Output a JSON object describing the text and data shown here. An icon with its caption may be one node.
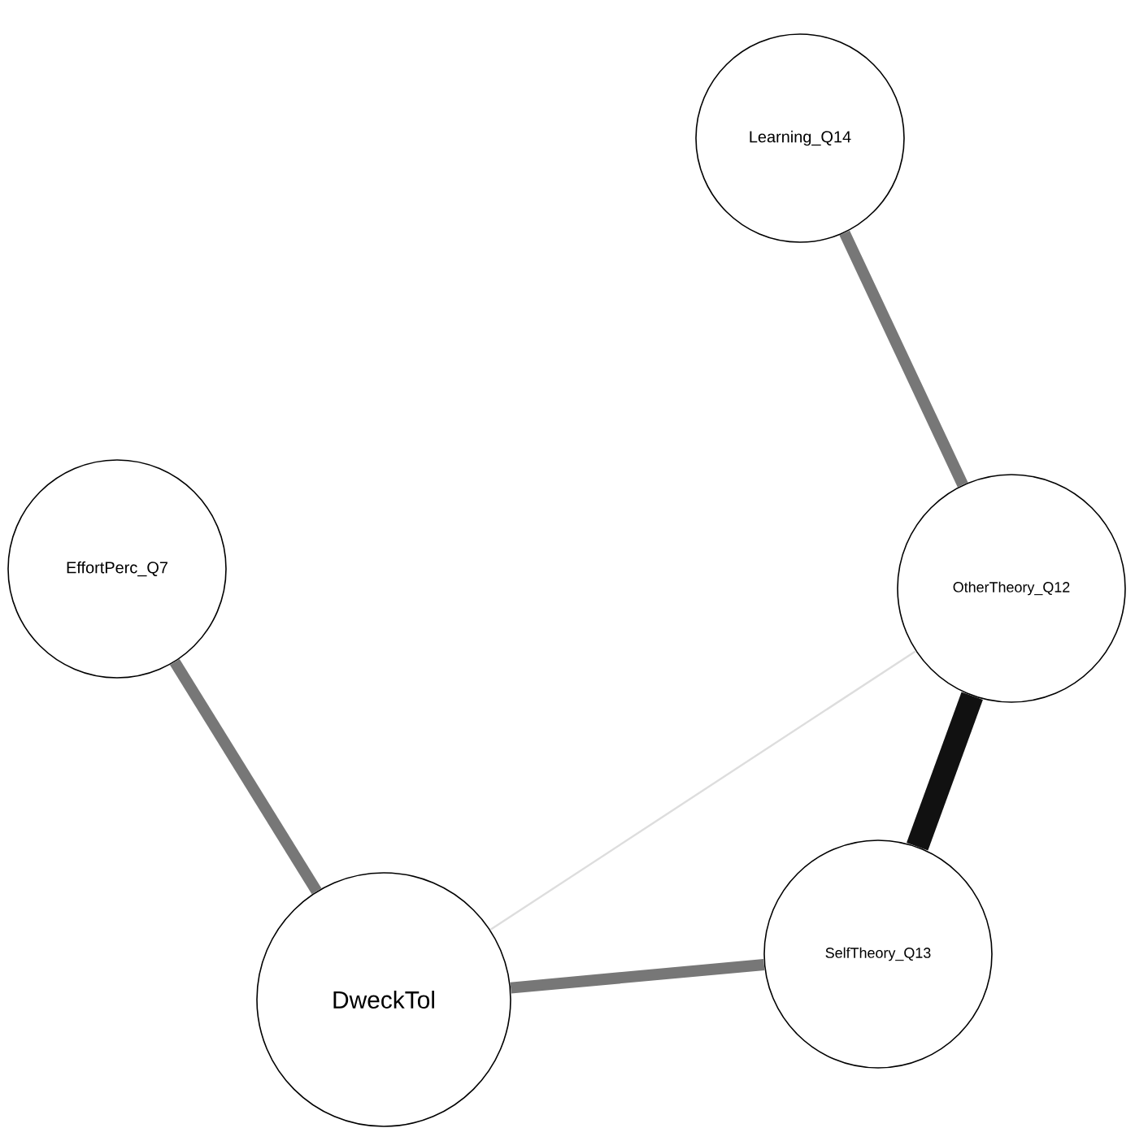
{
  "diagram": {
    "nodes": [
      {
        "text": [
          "Learning_Q14"
        ]
      },
      {
        "text": [
          "EffortPerc_Q7"
        ]
      },
      {
        "text": [
          "OtherTheory_Q12"
        ]
      },
      {
        "text": [
          "DweckTol"
        ]
      },
      {
        "text": [
          "SelfTheory_Q13"
        ]
      }
    ],
    "edges": [
      {
        "from": 0,
        "to": 2,
        "arrow": "none"
      },
      {
        "from": 1,
        "to": 3,
        "arrow": "none"
      },
      {
        "from": 2,
        "to": 4,
        "arrow": "none",
        "style": "thick",
        "color": "#111111"
      },
      {
        "from": 3,
        "to": 2,
        "arrow": "none",
        "color": "#dddddd"
      },
      {
        "from": 3,
        "to": 4,
        "arrow": "none"
      }
    ]
  }
}
